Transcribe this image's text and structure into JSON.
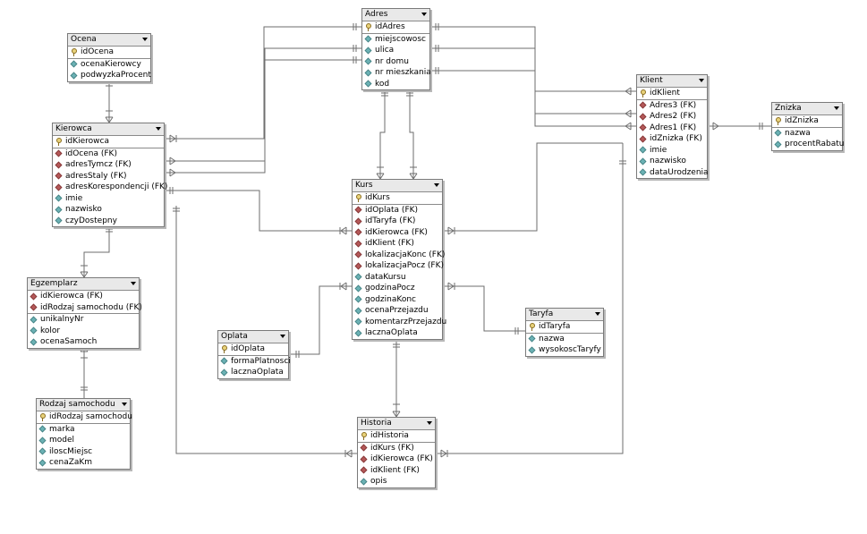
{
  "tables": [
    {
      "id": "ocena",
      "title": "Ocena",
      "columns": [
        {
          "name": "idOcena",
          "type": "pk"
        },
        {
          "name": "ocenaKierowcy",
          "type": "field"
        },
        {
          "name": "podwyzkaProcent",
          "type": "field"
        }
      ]
    },
    {
      "id": "kierowca",
      "title": "Kierowca",
      "columns": [
        {
          "name": "idKierowca",
          "type": "pk"
        },
        {
          "name": "idOcena (FK)",
          "type": "fk"
        },
        {
          "name": "adresTymcz (FK)",
          "type": "fk"
        },
        {
          "name": "adresStaly (FK)",
          "type": "fk"
        },
        {
          "name": "adresKorespondencji (FK)",
          "type": "fk"
        },
        {
          "name": "imie",
          "type": "field"
        },
        {
          "name": "nazwisko",
          "type": "field"
        },
        {
          "name": "czyDostepny",
          "type": "field"
        }
      ]
    },
    {
      "id": "egzemplarz",
      "title": "Egzemplarz",
      "columns": [
        {
          "name": "idKierowca (FK)",
          "type": "pkfk"
        },
        {
          "name": "idRodzaj samochodu (FK)",
          "type": "pkfk"
        },
        {
          "name": "unikalnyNr",
          "type": "field"
        },
        {
          "name": "kolor",
          "type": "field"
        },
        {
          "name": "ocenaSamoch",
          "type": "field"
        }
      ]
    },
    {
      "id": "rodzaj",
      "title": "Rodzaj samochodu",
      "columns": [
        {
          "name": "idRodzaj samochodu",
          "type": "pk"
        },
        {
          "name": "marka",
          "type": "field"
        },
        {
          "name": "model",
          "type": "field"
        },
        {
          "name": "iloscMiejsc",
          "type": "field"
        },
        {
          "name": "cenaZaKm",
          "type": "field"
        }
      ]
    },
    {
      "id": "adres",
      "title": "Adres",
      "columns": [
        {
          "name": "idAdres",
          "type": "pk"
        },
        {
          "name": "miejscowosc",
          "type": "field"
        },
        {
          "name": "ulica",
          "type": "field"
        },
        {
          "name": "nr domu",
          "type": "field"
        },
        {
          "name": "nr mieszkania",
          "type": "field"
        },
        {
          "name": "kod",
          "type": "field"
        }
      ]
    },
    {
      "id": "klient",
      "title": "Klient",
      "columns": [
        {
          "name": "idKlient",
          "type": "pk"
        },
        {
          "name": "Adres3 (FK)",
          "type": "fk"
        },
        {
          "name": "Adres2 (FK)",
          "type": "fk"
        },
        {
          "name": "Adres1 (FK)",
          "type": "fk"
        },
        {
          "name": "idZnizka (FK)",
          "type": "fk"
        },
        {
          "name": "imie",
          "type": "field"
        },
        {
          "name": "nazwisko",
          "type": "field"
        },
        {
          "name": "dataUrodzenia",
          "type": "field"
        }
      ]
    },
    {
      "id": "znizka",
      "title": "Znizka",
      "columns": [
        {
          "name": "idZnizka",
          "type": "pk"
        },
        {
          "name": "nazwa",
          "type": "field"
        },
        {
          "name": "procentRabatu",
          "type": "field"
        }
      ]
    },
    {
      "id": "kurs",
      "title": "Kurs",
      "columns": [
        {
          "name": "idKurs",
          "type": "pk"
        },
        {
          "name": "idOplata (FK)",
          "type": "fk"
        },
        {
          "name": "idTaryfa (FK)",
          "type": "fk"
        },
        {
          "name": "idKierowca (FK)",
          "type": "fk"
        },
        {
          "name": "idKlient (FK)",
          "type": "fk"
        },
        {
          "name": "lokalizacjaKonc (FK)",
          "type": "fk"
        },
        {
          "name": "lokalizacjaPocz (FK)",
          "type": "fk"
        },
        {
          "name": "dataKursu",
          "type": "field"
        },
        {
          "name": "godzinaPocz",
          "type": "field"
        },
        {
          "name": "godzinaKonc",
          "type": "field"
        },
        {
          "name": "ocenaPrzejazdu",
          "type": "field"
        },
        {
          "name": "komentarzPrzejazdu",
          "type": "field"
        },
        {
          "name": "lacznaOplata",
          "type": "field"
        }
      ]
    },
    {
      "id": "taryfa",
      "title": "Taryfa",
      "columns": [
        {
          "name": "idTaryfa",
          "type": "pk"
        },
        {
          "name": "nazwa",
          "type": "field"
        },
        {
          "name": "wysokoscTaryfy",
          "type": "field"
        }
      ]
    },
    {
      "id": "oplata",
      "title": "Oplata",
      "columns": [
        {
          "name": "idOplata",
          "type": "pk"
        },
        {
          "name": "formaPlatnosci",
          "type": "field"
        },
        {
          "name": "lacznaOplata",
          "type": "field"
        }
      ]
    },
    {
      "id": "historia",
      "title": "Historia",
      "columns": [
        {
          "name": "idHistoria",
          "type": "pk"
        },
        {
          "name": "idKurs (FK)",
          "type": "fk"
        },
        {
          "name": "idKierowca (FK)",
          "type": "fk"
        },
        {
          "name": "idKlient (FK)",
          "type": "fk"
        },
        {
          "name": "opis",
          "type": "field"
        }
      ]
    }
  ]
}
